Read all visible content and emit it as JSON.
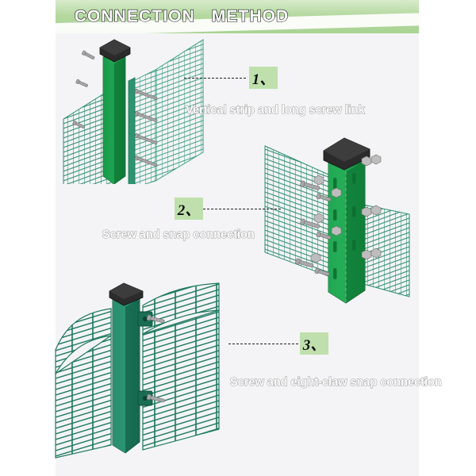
{
  "header": {
    "title": "CONNECTION   METHOD",
    "banner_color": "#a9d393",
    "banner_color_light": "#d8ebcb"
  },
  "colors": {
    "panel_background": "#f4f4f6",
    "chip_green": "#bfe0ac",
    "fence_green_dark": "#1f7a5e",
    "fence_green_mid": "#2e9470",
    "post_green": "#1f9b4e",
    "post_green_light": "#45c06f",
    "post_green_dark": "#147a3a",
    "cap_black": "#2b2b2b",
    "screw_gray": "#9a9a9a",
    "leader_line": "#222222",
    "caption_outline": "#9a9a9a"
  },
  "steps": [
    {
      "number": "1、",
      "caption": "Vertical strip and long screw link",
      "diagram_name": "vertical-strip-long-screw-diagram"
    },
    {
      "number": "2、",
      "caption": "Screw and snap connection",
      "diagram_name": "screw-snap-connection-diagram"
    },
    {
      "number": "3、",
      "caption": "Screw and eight-claw snap connection",
      "diagram_name": "eight-claw-snap-connection-diagram"
    }
  ]
}
